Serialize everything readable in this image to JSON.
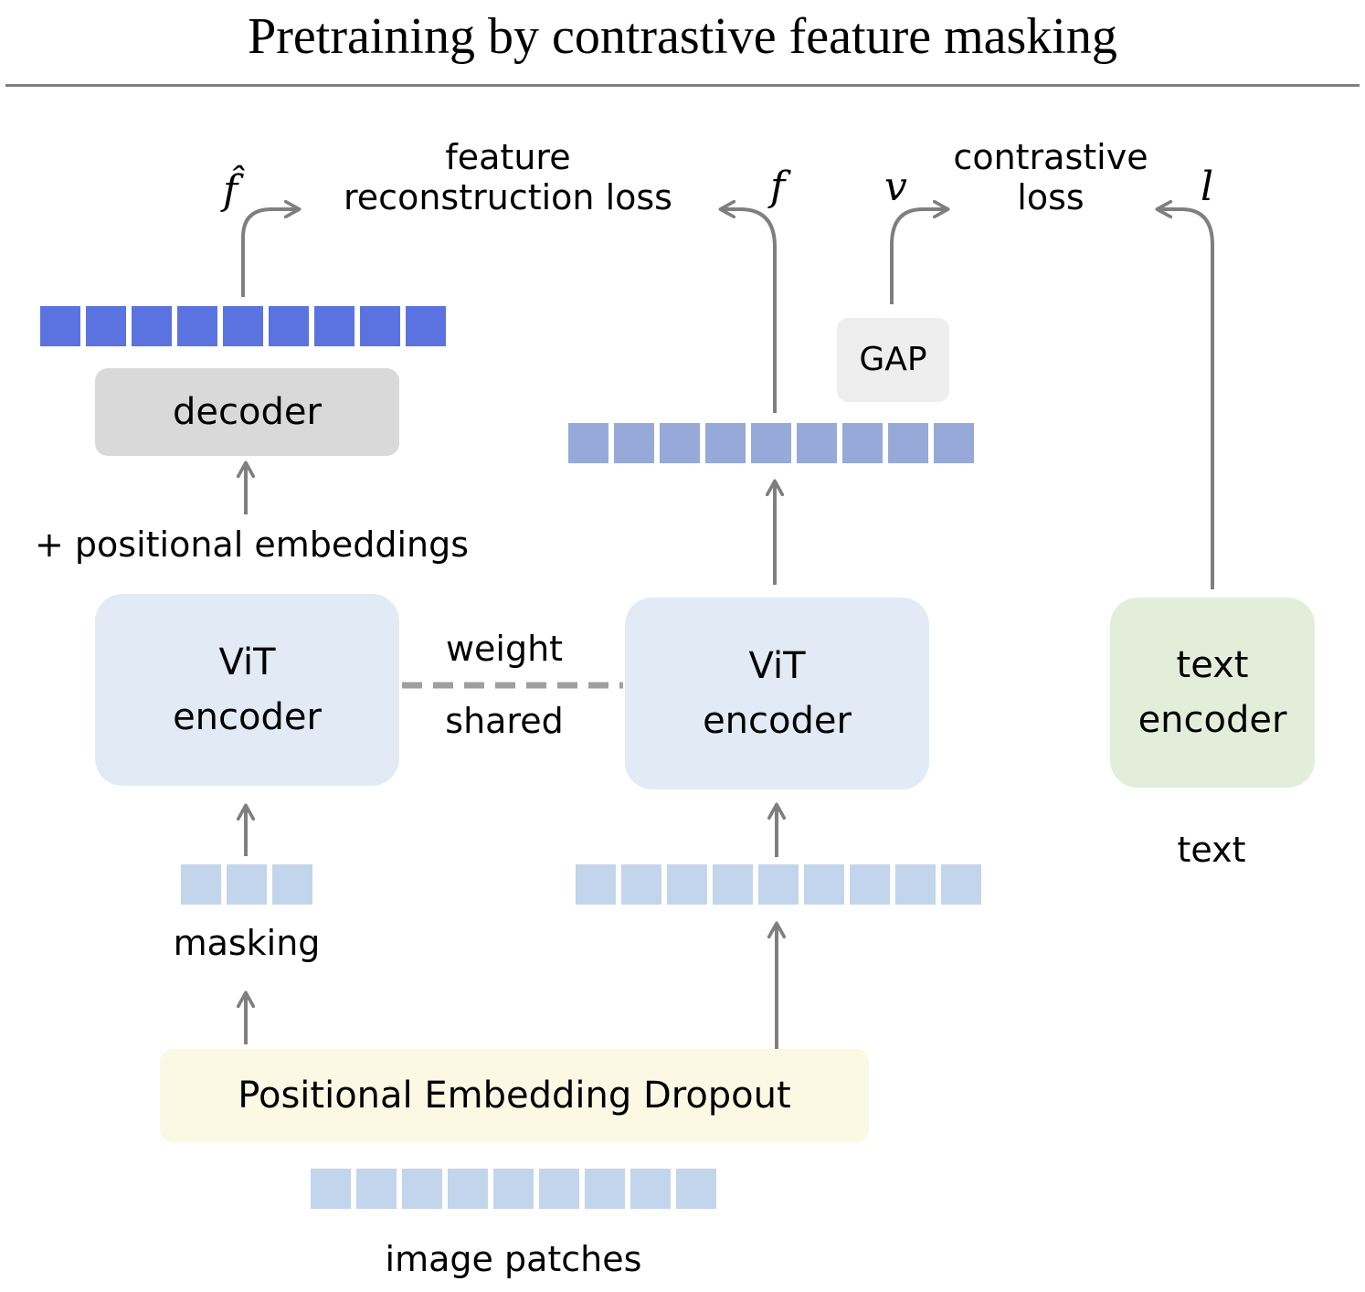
{
  "title": "Pretraining by contrastive feature masking",
  "losses": {
    "feature_reconstruction": [
      "feature",
      "reconstruction loss"
    ],
    "contrastive": [
      "contrastive",
      "loss"
    ]
  },
  "symbols": {
    "f_hat": "f̂",
    "f": "f",
    "v": "v",
    "l": "l"
  },
  "boxes": {
    "decoder": "decoder",
    "gap": "GAP",
    "vit_left": [
      "ViT",
      "encoder"
    ],
    "vit_right": [
      "ViT",
      "encoder"
    ],
    "text_encoder": [
      "text",
      "encoder"
    ],
    "pos_dropout": "Positional Embedding Dropout"
  },
  "labels": {
    "positional_embeddings": "+ positional embeddings",
    "weight": "weight",
    "shared": "shared",
    "masking": "masking",
    "text": "text",
    "image_patches": "image patches"
  },
  "colors": {
    "decoded_tokens": "#5b73e0",
    "encoded_tokens": "#97a9d8",
    "input_tokens": "#c3d5ec",
    "decoder_box": "#d9d9d9",
    "gap_box": "#eeeeee",
    "vit_box": "#e1eaf5",
    "text_encoder_box": "#e3eeda",
    "dropout_box": "#fbf8e4",
    "arrow": "#7f7f7f"
  },
  "token_counts": {
    "decoder_output": 9,
    "vit_output": 9,
    "masked_input": 3,
    "full_input": 9,
    "image_patches": 9
  }
}
